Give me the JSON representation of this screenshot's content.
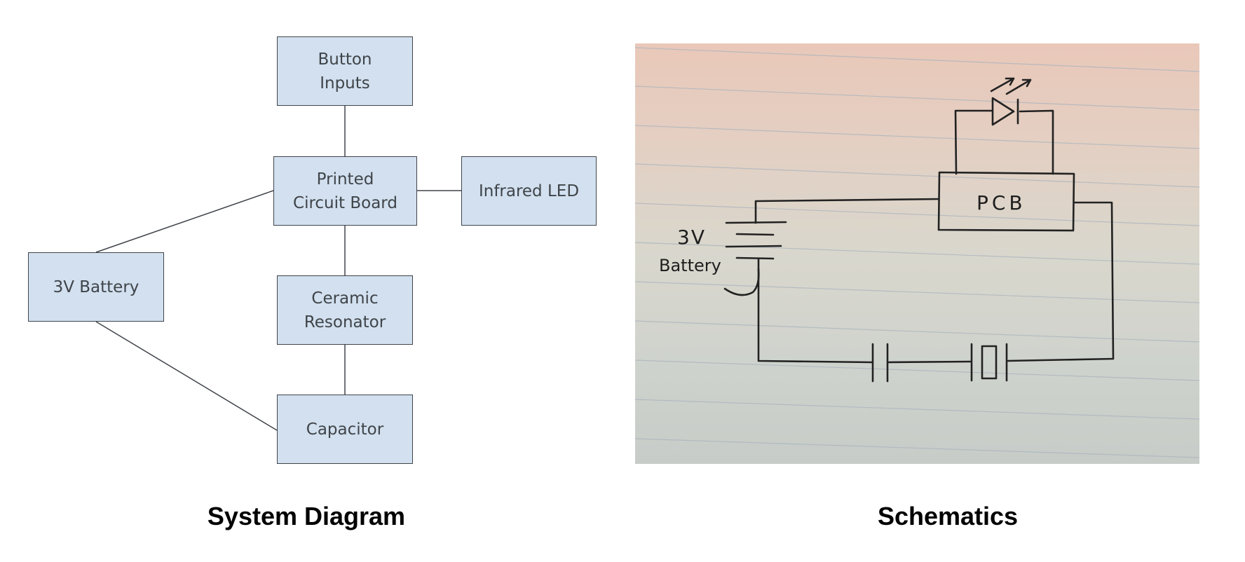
{
  "system_diagram": {
    "blocks": {
      "button_inputs": "Button\nInputs",
      "pcb": "Printed\nCircuit Board",
      "infrared_led": "Infrared LED",
      "battery": "3V Battery",
      "ceramic_resonator": "Ceramic\nResonator",
      "capacitor": "Capacitor"
    },
    "caption": "System Diagram",
    "colors": {
      "block_fill": "#d2e0ef",
      "block_border": "#40444a",
      "block_text": "#3f4449"
    }
  },
  "schematic": {
    "pcb_label": "PCB",
    "battery_voltage": "3V",
    "battery_word": "Battery",
    "caption": "Schematics"
  }
}
